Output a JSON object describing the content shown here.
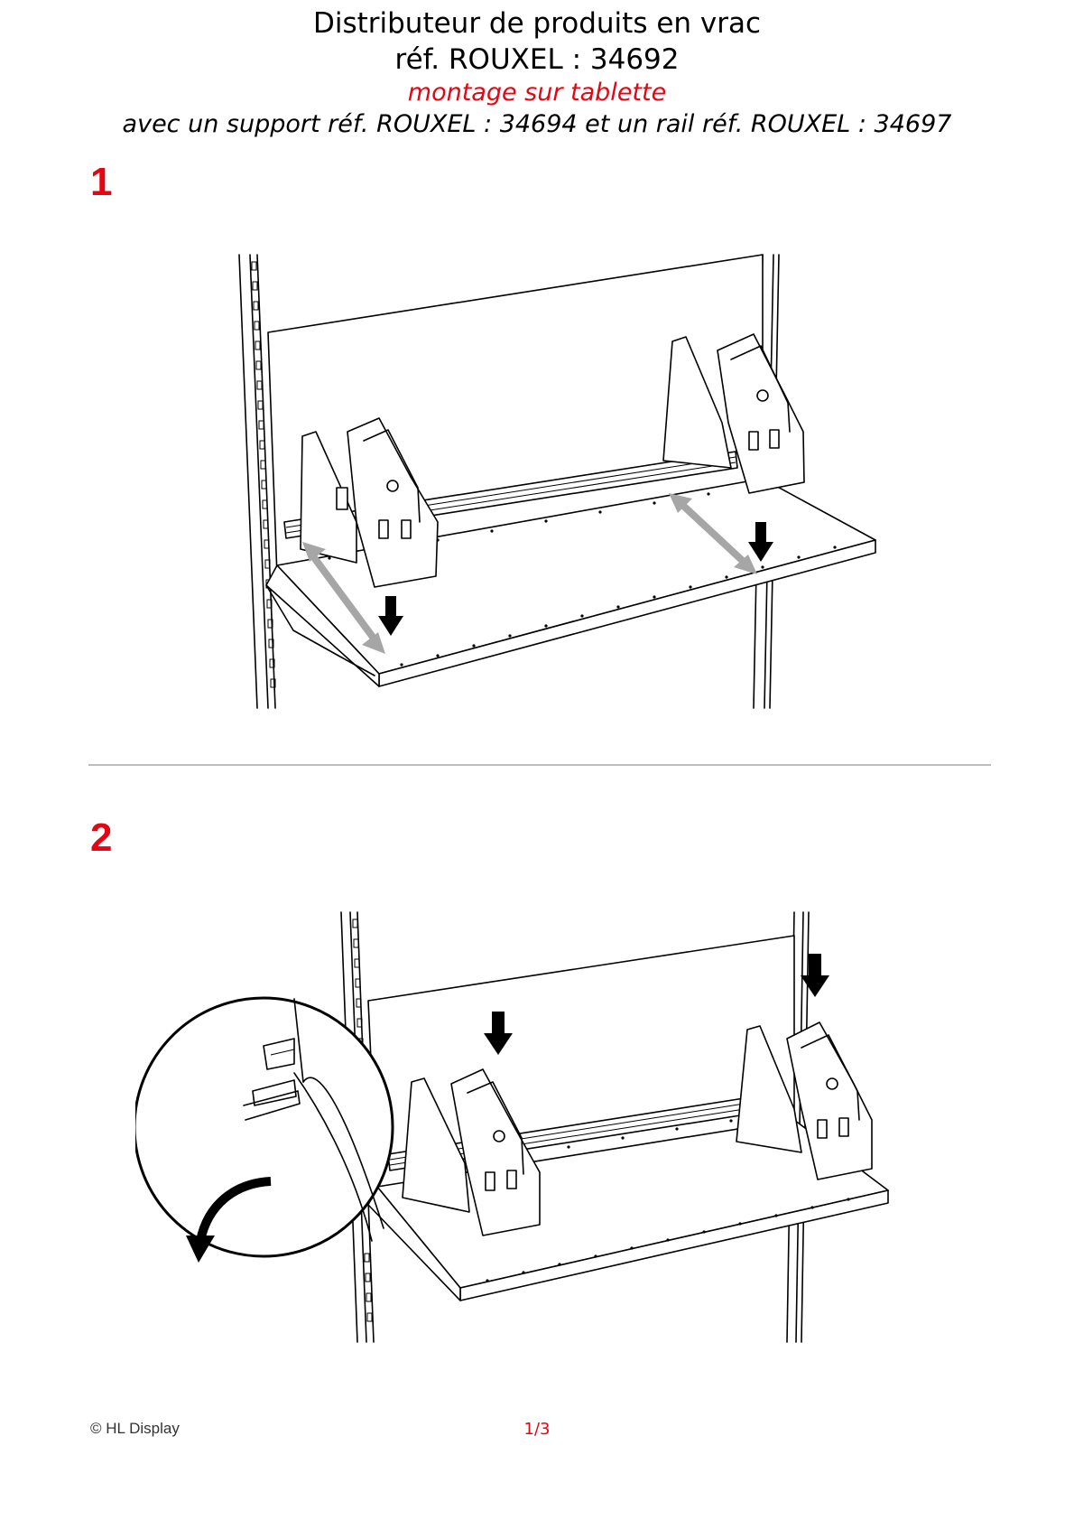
{
  "header": {
    "title": "Distributeur de produits en vrac",
    "reference": "réf. ROUXEL : 34692",
    "mounting": "montage sur tablette",
    "details": "avec un support réf. ROUXEL : 34694 et un rail réf. ROUXEL : 34697"
  },
  "steps": [
    {
      "number": "1"
    },
    {
      "number": "2"
    }
  ],
  "footer": {
    "copyright": "© HL Display",
    "page": "1/3"
  },
  "colors": {
    "accent_red": "#e30613",
    "grey_arrow": "#a6a6a6",
    "divider": "#bdbdbd"
  }
}
